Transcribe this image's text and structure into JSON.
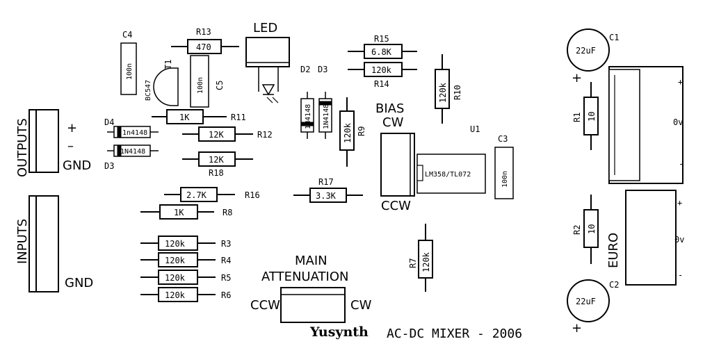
{
  "title": "AC-DC MIXER - 2006",
  "brand": "Yusynth",
  "labels": {
    "outputs": "OUTPUTS",
    "inputs": "INPUTS",
    "gnd_out": "GND",
    "gnd_in": "GND",
    "plus": "+",
    "minus": "–",
    "led": "LED",
    "bias": "BIAS",
    "cw_bias": "CW",
    "ccw_bias": "CCW",
    "main1": "MAIN",
    "main2": "ATTENUATION",
    "ccw_main": "CCW",
    "cw_main": "CW",
    "euro": "EURO",
    "u1": "U1",
    "chip": "LM358/TL072",
    "d2": "D2",
    "d3_top": "D3",
    "d4": "D4",
    "d3_left": "D3",
    "t1": "T1",
    "bc547": "BC547",
    "c4": "C4",
    "c5": "C5",
    "c3": "C3",
    "c1": "C1",
    "c2": "C2",
    "c1_plus": "+",
    "c2_plus": "+",
    "pwr1_plus": "+",
    "pwr1_0v": "0v",
    "pwr1_minus": "-",
    "pwr2_plus": "+",
    "pwr2_0v": "0v",
    "pwr2_minus": "-"
  },
  "resistors": {
    "r13": {
      "ref": "R13",
      "value": "470"
    },
    "r15": {
      "ref": "R15",
      "value": "6.8K"
    },
    "r14": {
      "ref": "R14",
      "value": "120k"
    },
    "r10": {
      "ref": "R10",
      "value": "120k"
    },
    "r11": {
      "ref": "R11",
      "value": "1K"
    },
    "r12": {
      "ref": "R12",
      "value": "12K"
    },
    "r18": {
      "ref": "R18",
      "value": "12K"
    },
    "r9": {
      "ref": "R9",
      "value": "120k"
    },
    "r16": {
      "ref": "R16",
      "value": "2.7K"
    },
    "r8": {
      "ref": "R8",
      "value": "1K"
    },
    "r17": {
      "ref": "R17",
      "value": "3.3K"
    },
    "r3": {
      "ref": "R3",
      "value": "120k"
    },
    "r4": {
      "ref": "R4",
      "value": "120k"
    },
    "r5": {
      "ref": "R5",
      "value": "120k"
    },
    "r6": {
      "ref": "R6",
      "value": "120k"
    },
    "r7": {
      "ref": "R7",
      "value": "120k"
    },
    "r1": {
      "ref": "R1",
      "value": "10"
    },
    "r2": {
      "ref": "R2",
      "value": "10"
    }
  },
  "capacitors": {
    "c4": "100n",
    "c5": "100n",
    "c3": "100n",
    "c1": "22uF",
    "c2": "22uF"
  },
  "diodes": {
    "d2": "1N4148",
    "d3": "1N4148",
    "d4": "1n4148",
    "d3b": "1N4148"
  }
}
